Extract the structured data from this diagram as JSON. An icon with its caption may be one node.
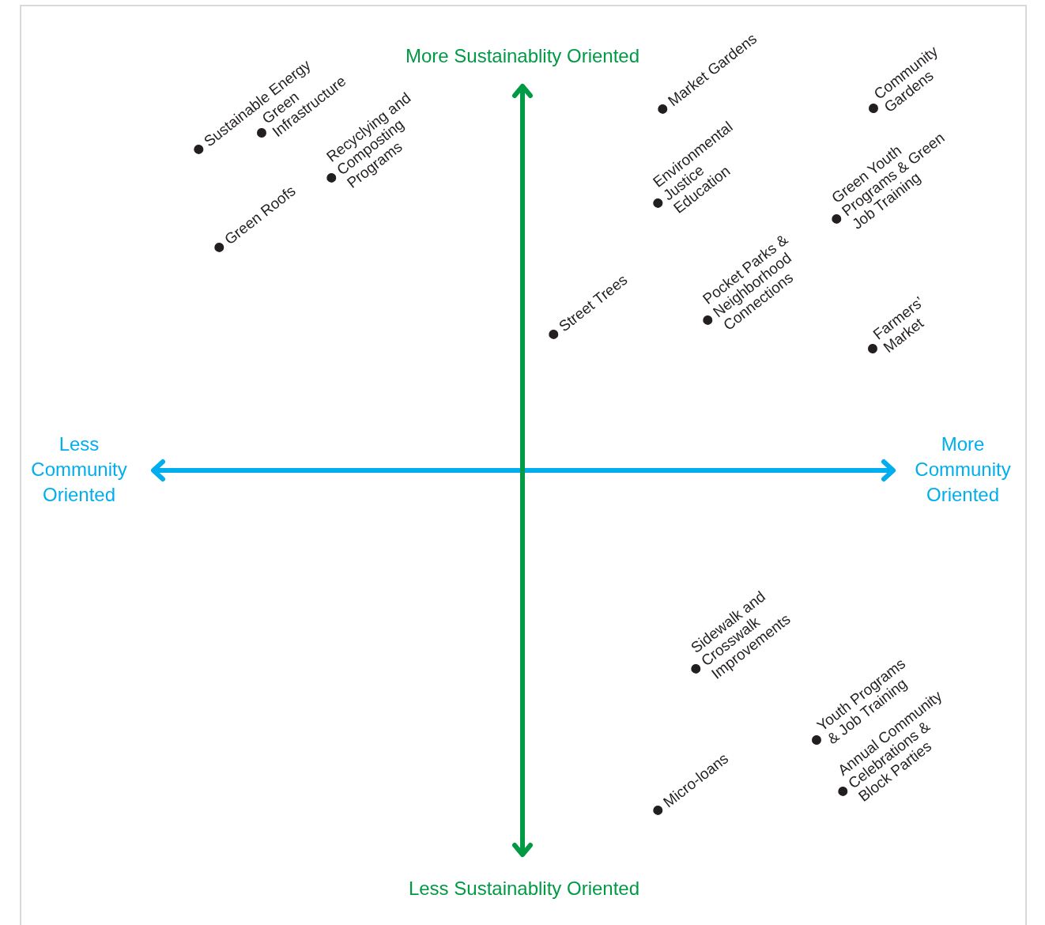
{
  "diagram": {
    "labels": [
      "More Sustainablity Oriented",
      "Market Gardens",
      "Community Gardens",
      "Green Infrastructure",
      "Sustainable Energy",
      "Recyclying and Composting Programs",
      "Environmental Justice Education",
      "Green Youth Programs & Green Job Training",
      "Green Roofs",
      "Pocket Parks & Neighborhood Connections",
      "Street Trees",
      "Farmers’ Market",
      "Less Community Oriented",
      "More Community Oriented",
      "Sidewalk and Crosswalk Improvements",
      "Youth Programs & Job Training",
      "Annual Community Celebrations & Block Parties",
      "Micro-loans",
      "Less Sustainablity Oriented"
    ]
  }
}
